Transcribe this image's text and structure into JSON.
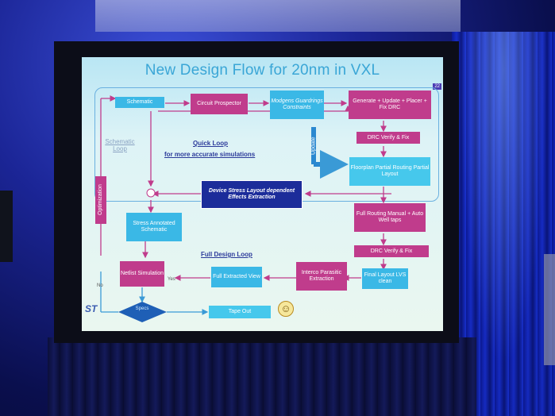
{
  "slide": {
    "title": "New Design Flow for 20nm in VXL",
    "page_number": "22",
    "boxes": {
      "schematic": "Schematic",
      "circuit_prospector": "Circuit Prospector",
      "modgens": "Modgens Guardrings Constraints",
      "generate": "Generate + Update + Placer + Fix DRC",
      "drc1": "DRC Verify & Fix",
      "floorplan": "Floorplan Partial Routing Partial Layout",
      "device_stress": "Device Stress Layout dependent Effects Extraction",
      "full_routing": "Full Routing Manual + Auto Well taps",
      "drc2": "DRC Verify & Fix",
      "stress_annotated": "Stress Annotated Schematic",
      "netlist_sim": "Netlist Simulation",
      "full_extracted": "Full Extracted View",
      "interco": "Interco Parasitic Extraction",
      "final_layout": "Final Layout LVS clean",
      "tape_out": "Tape Out",
      "optimization": "Optimization",
      "update": "Update",
      "specs": "Specs"
    },
    "labels": {
      "quick_loop": "Quick Loop",
      "quick_loop_sub": "for more accurate simulations",
      "schematic_loop": "Schematic Loop",
      "full_design_loop": "Full Design Loop",
      "yes": "Yes",
      "no": "No",
      "plus": "+"
    },
    "logo": "ST"
  },
  "colors": {
    "title": "#3aa6d6",
    "cyan_box": "#3ab8e6",
    "magenta_box": "#c03c8c",
    "navy_box": "#1c2c9a",
    "arrow": "#c03c8c"
  }
}
